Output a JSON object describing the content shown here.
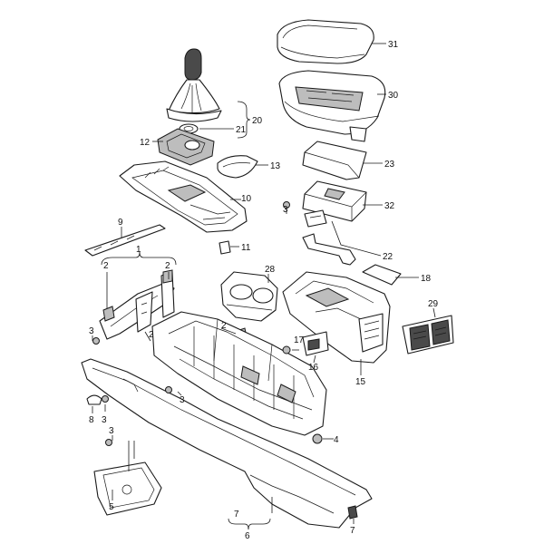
{
  "callouts": [
    {
      "id": "c1",
      "label": "1"
    },
    {
      "id": "c2a",
      "label": "2"
    },
    {
      "id": "c2b",
      "label": "2"
    },
    {
      "id": "c2c",
      "label": "2"
    },
    {
      "id": "c2d",
      "label": "2"
    },
    {
      "id": "c3a",
      "label": "3"
    },
    {
      "id": "c3b",
      "label": "3"
    },
    {
      "id": "c3c",
      "label": "3"
    },
    {
      "id": "c3d",
      "label": "3"
    },
    {
      "id": "c3e",
      "label": "3"
    },
    {
      "id": "c4",
      "label": "4"
    },
    {
      "id": "c5",
      "label": "5"
    },
    {
      "id": "c6",
      "label": "6"
    },
    {
      "id": "c7a",
      "label": "7"
    },
    {
      "id": "c7b",
      "label": "7"
    },
    {
      "id": "c8",
      "label": "8"
    },
    {
      "id": "c9",
      "label": "9"
    },
    {
      "id": "c10",
      "label": "10"
    },
    {
      "id": "c11",
      "label": "11"
    },
    {
      "id": "c12",
      "label": "12"
    },
    {
      "id": "c13",
      "label": "13"
    },
    {
      "id": "c15",
      "label": "15"
    },
    {
      "id": "c16",
      "label": "16"
    },
    {
      "id": "c17",
      "label": "17"
    },
    {
      "id": "c18",
      "label": "18"
    },
    {
      "id": "c20",
      "label": "20"
    },
    {
      "id": "c21",
      "label": "21"
    },
    {
      "id": "c22",
      "label": "22"
    },
    {
      "id": "c23",
      "label": "23"
    },
    {
      "id": "c28",
      "label": "28"
    },
    {
      "id": "c29",
      "label": "29"
    },
    {
      "id": "c30",
      "label": "30"
    },
    {
      "id": "c31",
      "label": "31"
    },
    {
      "id": "c32",
      "label": "32"
    }
  ]
}
